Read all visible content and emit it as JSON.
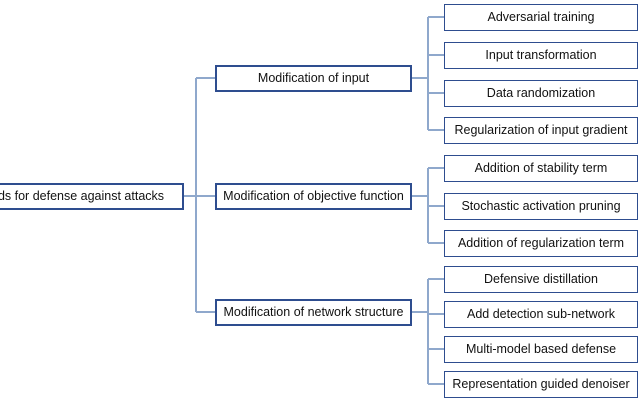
{
  "diagram": {
    "type": "tree-hierarchy",
    "orientation": "left-to-right",
    "background_color": "#ffffff",
    "box_border_color": "#2e4d8f",
    "connector_color": "#8fa8cc",
    "text_color": "#111111",
    "root": {
      "label": "ds for defense against attacks",
      "note_clipped": "left edge of root box is cut off by the image boundary"
    },
    "branches": [
      {
        "label": "Modification of input",
        "leaves": [
          "Adversarial training",
          "Input transformation",
          "Data randomization",
          "Regularization of input gradient"
        ]
      },
      {
        "label": "Modification of objective function",
        "leaves": [
          "Addition of stability term",
          "Stochastic activation pruning",
          "Addition of regularization term"
        ]
      },
      {
        "label": "Modification of network structure",
        "leaves": [
          "Defensive distillation",
          "Add detection sub-network",
          "Multi-model based defense",
          "Representation guided denoiser"
        ]
      }
    ]
  }
}
